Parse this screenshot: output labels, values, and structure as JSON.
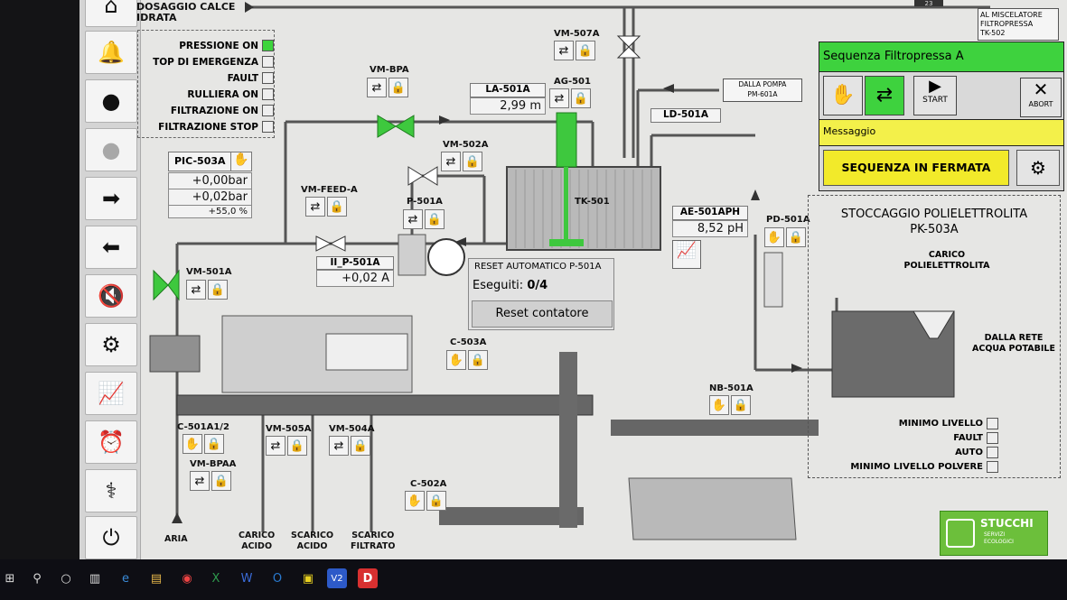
{
  "nav": {
    "items": [
      {
        "icon": "home-icon",
        "glyph": "⌂"
      },
      {
        "icon": "bell-icon",
        "glyph": "🔔"
      },
      {
        "icon": "user-icon",
        "glyph": "●"
      },
      {
        "icon": "user-disabled-icon",
        "glyph": "●"
      },
      {
        "icon": "arrow-right-icon",
        "glyph": "➡"
      },
      {
        "icon": "arrow-left-icon",
        "glyph": "⬅"
      },
      {
        "icon": "mute-icon",
        "glyph": "🔇"
      },
      {
        "icon": "gears-icon",
        "glyph": "⚙"
      },
      {
        "icon": "trend-icon",
        "glyph": "📈"
      },
      {
        "icon": "alarm-clock-icon",
        "glyph": "⏰"
      },
      {
        "icon": "stethoscope-icon",
        "glyph": "⚕"
      },
      {
        "icon": "power-icon",
        "glyph": "⏻"
      }
    ]
  },
  "top": {
    "dosaggio": "DOSAGGIO CALCE\nIDRATA",
    "miscelatore": "AL MISCELATORE\nFILTROPRESSA\nTK-502",
    "counter": "23"
  },
  "legend": {
    "items": [
      {
        "label": "PRESSIONE ON",
        "on": true
      },
      {
        "label": "TOP DI EMERGENZA",
        "on": false
      },
      {
        "label": "FAULT",
        "on": false
      },
      {
        "label": "RULLIERA ON",
        "on": false
      },
      {
        "label": "FILTRAZIONE ON",
        "on": false
      },
      {
        "label": "FILTRAZIONE STOP",
        "on": false
      }
    ]
  },
  "pic503a": {
    "tag": "PIC-503A",
    "pv": "+0,00bar",
    "sp": "+0,02bar",
    "out": "+55,0 %"
  },
  "devices": {
    "vm_bpa": "VM-BPA",
    "vm_502a": "VM-502A",
    "vm_feed_a": "VM-FEED-A",
    "p_501a": "P-501A",
    "vm_501a": "VM-501A",
    "vm_507a": "VM-507A",
    "ag_501": "AG-501",
    "c_503a": "C-503A",
    "c_501a": "C-501A1/2",
    "vm_bpaa": "VM-BPAA",
    "vm_505a": "VM-505A",
    "vm_504a": "VM-504A",
    "c_502a": "C-502A",
    "nb_501a": "NB-501A",
    "pd_501a": "PD-501A",
    "tk_501": "TK-501"
  },
  "la501a": {
    "tag": "LA-501A",
    "value": "2,99 m"
  },
  "ld501a": {
    "tag": "LD-501A"
  },
  "ae501": {
    "tag": "AE-501APH",
    "value": "8,52 pH"
  },
  "ii_p501a": {
    "tag": "II_P-501A",
    "value": "+0,02 A"
  },
  "pompa": "DALLA POMPA\nPM-601A",
  "reset": {
    "title": "RESET AUTOMATICO P-501A",
    "eseguiti_label": "Eseguiti:",
    "eseguiti_value": "0/4",
    "button": "Reset contatore"
  },
  "bottom_labels": {
    "aria": "ARIA",
    "carico": "CARICO\nACIDO",
    "scarico_acido": "SCARICO\nACIDO",
    "scarico_filtrato": "SCARICO\nFILTRATO"
  },
  "sequenza": {
    "title": "Sequenza Filtropressa A",
    "start": "START",
    "abort": "ABORT",
    "messaggio": "Messaggio",
    "status": "SEQUENZA IN FERMATA",
    "colors": {
      "green": "#3ed23e",
      "yellow": "#f3f04a",
      "status_yellow": "#f2ea2a"
    }
  },
  "stoccaggio": {
    "title": "STOCCAGGIO POLIELETTROLITA\nPK-503A",
    "carico": "CARICO\nPOLIELETTROLITA",
    "rete": "DALLA RETE\nACQUA POTABILE",
    "status": [
      {
        "label": "MINIMO LIVELLO"
      },
      {
        "label": "FAULT"
      },
      {
        "label": "AUTO"
      },
      {
        "label": "MINIMO LIVELLO POLVERE"
      }
    ]
  },
  "logo": {
    "name": "STUCCHI",
    "sub": "SERVIZI\nECOLOGICI"
  },
  "taskbar": {
    "items": [
      "⊞",
      "⚲",
      "○",
      "▥",
      "e",
      "▤",
      "◉",
      "X",
      "W",
      "O",
      "▣",
      "V2",
      "D"
    ]
  }
}
